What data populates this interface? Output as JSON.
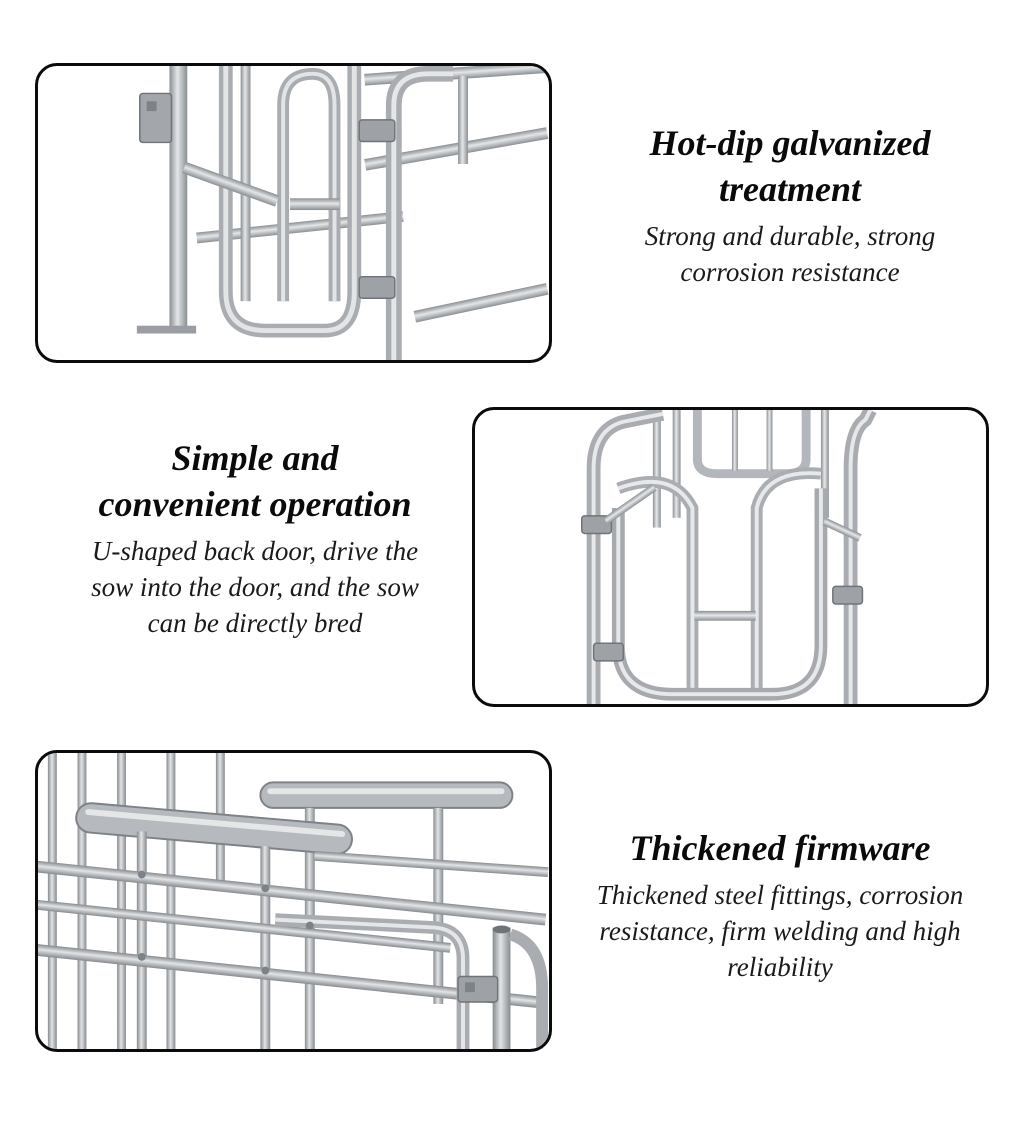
{
  "features": [
    {
      "heading": [
        "Hot-dip galvanized",
        "treatment"
      ],
      "description": [
        "Strong and durable, strong",
        "corrosion resistance"
      ],
      "image_subject": "galvanized-gate-photo"
    },
    {
      "heading": [
        "Simple and",
        "convenient operation"
      ],
      "description": [
        "U-shaped back door, drive the",
        "sow into the door, and the sow",
        "can be directly bred"
      ],
      "image_subject": "u-shaped-back-door-photo"
    },
    {
      "heading": [
        "Thickened firmware"
      ],
      "description": [
        "Thickened steel fittings, corrosion",
        "resistance, firm welding and high",
        "reliability"
      ],
      "image_subject": "thickened-fittings-photo"
    }
  ],
  "colors": {
    "frame_border": "#0b0b0b",
    "metal_light": "#d8dadc",
    "metal_mid": "#aeb2b6",
    "metal_dark": "#7d8286",
    "text": "#111111"
  }
}
